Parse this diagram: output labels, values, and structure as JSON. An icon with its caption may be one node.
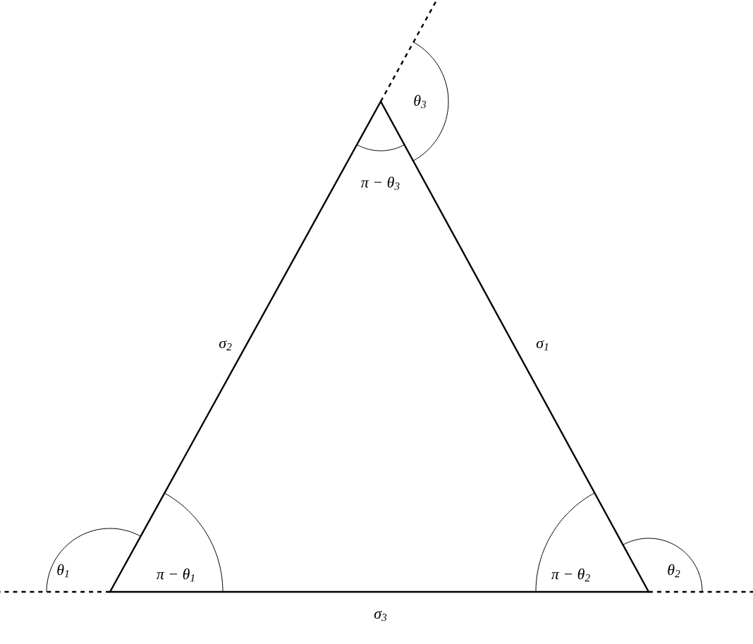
{
  "diagram": {
    "labels": [
      "θ$_{3}$",
      "π − θ$_{3}$",
      "σ$_{2}$",
      "σ$_{1}$",
      "θ$_{1}$",
      "π − θ$_{1}$",
      "π − θ$_{2}$",
      "θ$_{2}$",
      "σ$_{3}$"
    ]
  }
}
